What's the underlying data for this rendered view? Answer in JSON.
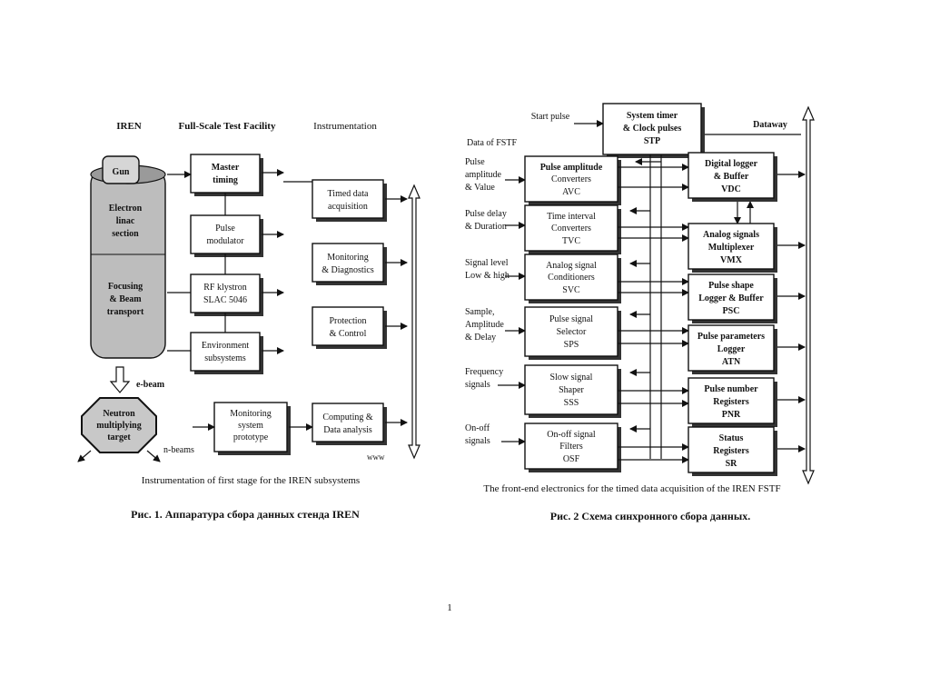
{
  "fig1": {
    "headers": [
      "IREN",
      "Full-Scale Test Facility",
      "Instrumentation"
    ],
    "iren": {
      "gun": "Gun",
      "linac": [
        "Electron",
        "linac",
        "section"
      ],
      "focusing": [
        "Focusing",
        "& Beam",
        "transport"
      ],
      "e_beam": "e-beam",
      "target": [
        "Neutron",
        "multiplying",
        "target"
      ],
      "n_beams": "n-beams"
    },
    "facility": [
      [
        "Master",
        "timing"
      ],
      [
        "Pulse",
        "modulator"
      ],
      [
        "RF klystron",
        "SLAC 5046"
      ],
      [
        "Environment",
        "subsystems"
      ],
      [
        "Monitoring",
        "system",
        "prototype"
      ]
    ],
    "instrumentation": [
      [
        "Timed data",
        "acquisition"
      ],
      [
        "Monitoring",
        "& Diagnostics"
      ],
      [
        "Protection",
        "& Control"
      ],
      [
        "Computing &",
        "Data analysis"
      ]
    ],
    "www": "www",
    "inner_caption": "Instrumentation of first stage for the IREN subsystems",
    "caption": "Рис. 1. Аппаратура сбора данных стенда IREN"
  },
  "fig2": {
    "start_pulse": "Start pulse",
    "timer": [
      "System timer",
      "& Clock pulses",
      "STP"
    ],
    "dataway": "Dataway",
    "data_of_fstf": "Data of FSTF",
    "inputs": [
      [
        "Pulse",
        "amplitude",
        "& Value"
      ],
      [
        "Pulse delay",
        "& Duration"
      ],
      [
        "Signal level",
        "Low & high"
      ],
      [
        "Sample,",
        "Amplitude",
        "& Delay"
      ],
      [
        "Frequency",
        "signals"
      ],
      [
        "On-off",
        "signals"
      ]
    ],
    "left_blocks": [
      [
        "Pulse amplitude",
        "Converters",
        "AVC"
      ],
      [
        "Time interval",
        "Converters",
        "TVC"
      ],
      [
        "Analog signal",
        "Conditioners",
        "SVC"
      ],
      [
        "Pulse signal",
        "Selector",
        "SPS"
      ],
      [
        "Slow signal",
        "Shaper",
        "SSS"
      ],
      [
        "On-off signal",
        "Filters",
        "OSF"
      ]
    ],
    "right_blocks": [
      [
        "Digital logger",
        "& Buffer",
        "VDC"
      ],
      [
        "Analog signals",
        "Multiplexer",
        "VMX"
      ],
      [
        "Pulse shape",
        "Logger & Buffer",
        "PSC"
      ],
      [
        "Pulse parameters",
        "Logger",
        "ATN"
      ],
      [
        "Pulse number",
        "Registers",
        "PNR"
      ],
      [
        "Status",
        "Registers",
        "SR"
      ]
    ],
    "inner_caption": "The front-end electronics for the timed data acquisition of the IREN FSTF",
    "caption": "Рис. 2 Схема синхронного сбора данных."
  },
  "page_number": "1"
}
